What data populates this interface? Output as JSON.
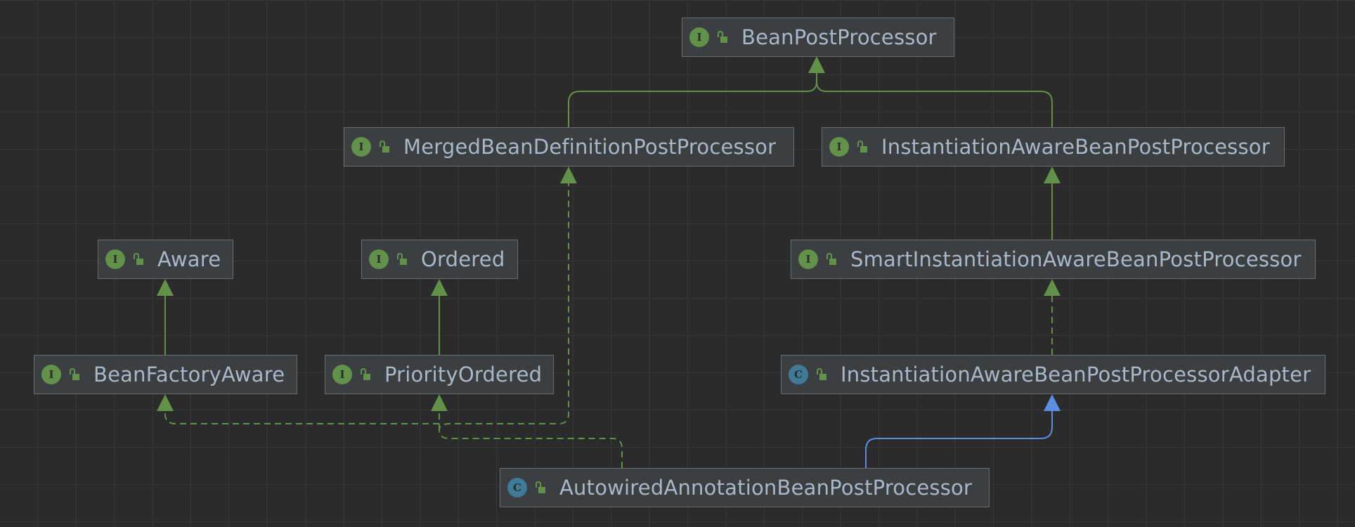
{
  "diagram": {
    "nodes": [
      {
        "id": "bean-post-processor",
        "label": "BeanPostProcessor",
        "kind": "I",
        "type": "interface"
      },
      {
        "id": "merged-bean-definition-post-processor",
        "label": "MergedBeanDefinitionPostProcessor",
        "kind": "I",
        "type": "interface"
      },
      {
        "id": "instantiation-aware-bean-post-processor",
        "label": "InstantiationAwareBeanPostProcessor",
        "kind": "I",
        "type": "interface"
      },
      {
        "id": "aware",
        "label": "Aware",
        "kind": "I",
        "type": "interface"
      },
      {
        "id": "ordered",
        "label": "Ordered",
        "kind": "I",
        "type": "interface"
      },
      {
        "id": "smart-instantiation-aware-bean-post-processor",
        "label": "SmartInstantiationAwareBeanPostProcessor",
        "kind": "I",
        "type": "interface"
      },
      {
        "id": "bean-factory-aware",
        "label": "BeanFactoryAware",
        "kind": "I",
        "type": "interface"
      },
      {
        "id": "priority-ordered",
        "label": "PriorityOrdered",
        "kind": "I",
        "type": "interface"
      },
      {
        "id": "instantiation-aware-bean-post-processor-adapter",
        "label": "InstantiationAwareBeanPostProcessorAdapter",
        "kind": "C",
        "type": "abstract-class"
      },
      {
        "id": "autowired-annotation-bean-post-processor",
        "label": "AutowiredAnnotationBeanPostProcessor",
        "kind": "C",
        "type": "class"
      }
    ],
    "edges": [
      {
        "from": "merged-bean-definition-post-processor",
        "to": "bean-post-processor",
        "relation": "extends"
      },
      {
        "from": "instantiation-aware-bean-post-processor",
        "to": "bean-post-processor",
        "relation": "extends"
      },
      {
        "from": "smart-instantiation-aware-bean-post-processor",
        "to": "instantiation-aware-bean-post-processor",
        "relation": "extends"
      },
      {
        "from": "bean-factory-aware",
        "to": "aware",
        "relation": "extends"
      },
      {
        "from": "priority-ordered",
        "to": "ordered",
        "relation": "extends"
      },
      {
        "from": "instantiation-aware-bean-post-processor-adapter",
        "to": "smart-instantiation-aware-bean-post-processor",
        "relation": "implements"
      },
      {
        "from": "autowired-annotation-bean-post-processor",
        "to": "instantiation-aware-bean-post-processor-adapter",
        "relation": "extends-class"
      },
      {
        "from": "autowired-annotation-bean-post-processor",
        "to": "bean-factory-aware",
        "relation": "implements"
      },
      {
        "from": "autowired-annotation-bean-post-processor",
        "to": "priority-ordered",
        "relation": "implements"
      },
      {
        "from": "autowired-annotation-bean-post-processor",
        "to": "merged-bean-definition-post-processor",
        "relation": "implements"
      }
    ]
  },
  "colors": {
    "background": "#2b2b2b",
    "grid": "#383838",
    "node_fill": "#3c3f41",
    "node_border": "#6a6d70",
    "label": "#a9b7c6",
    "interface_badge": "#62924a",
    "class_badge": "#3f7a97",
    "interface_edge": "#62924a",
    "class_edge": "#5b8fe0",
    "lock_icon": "#62924a"
  }
}
